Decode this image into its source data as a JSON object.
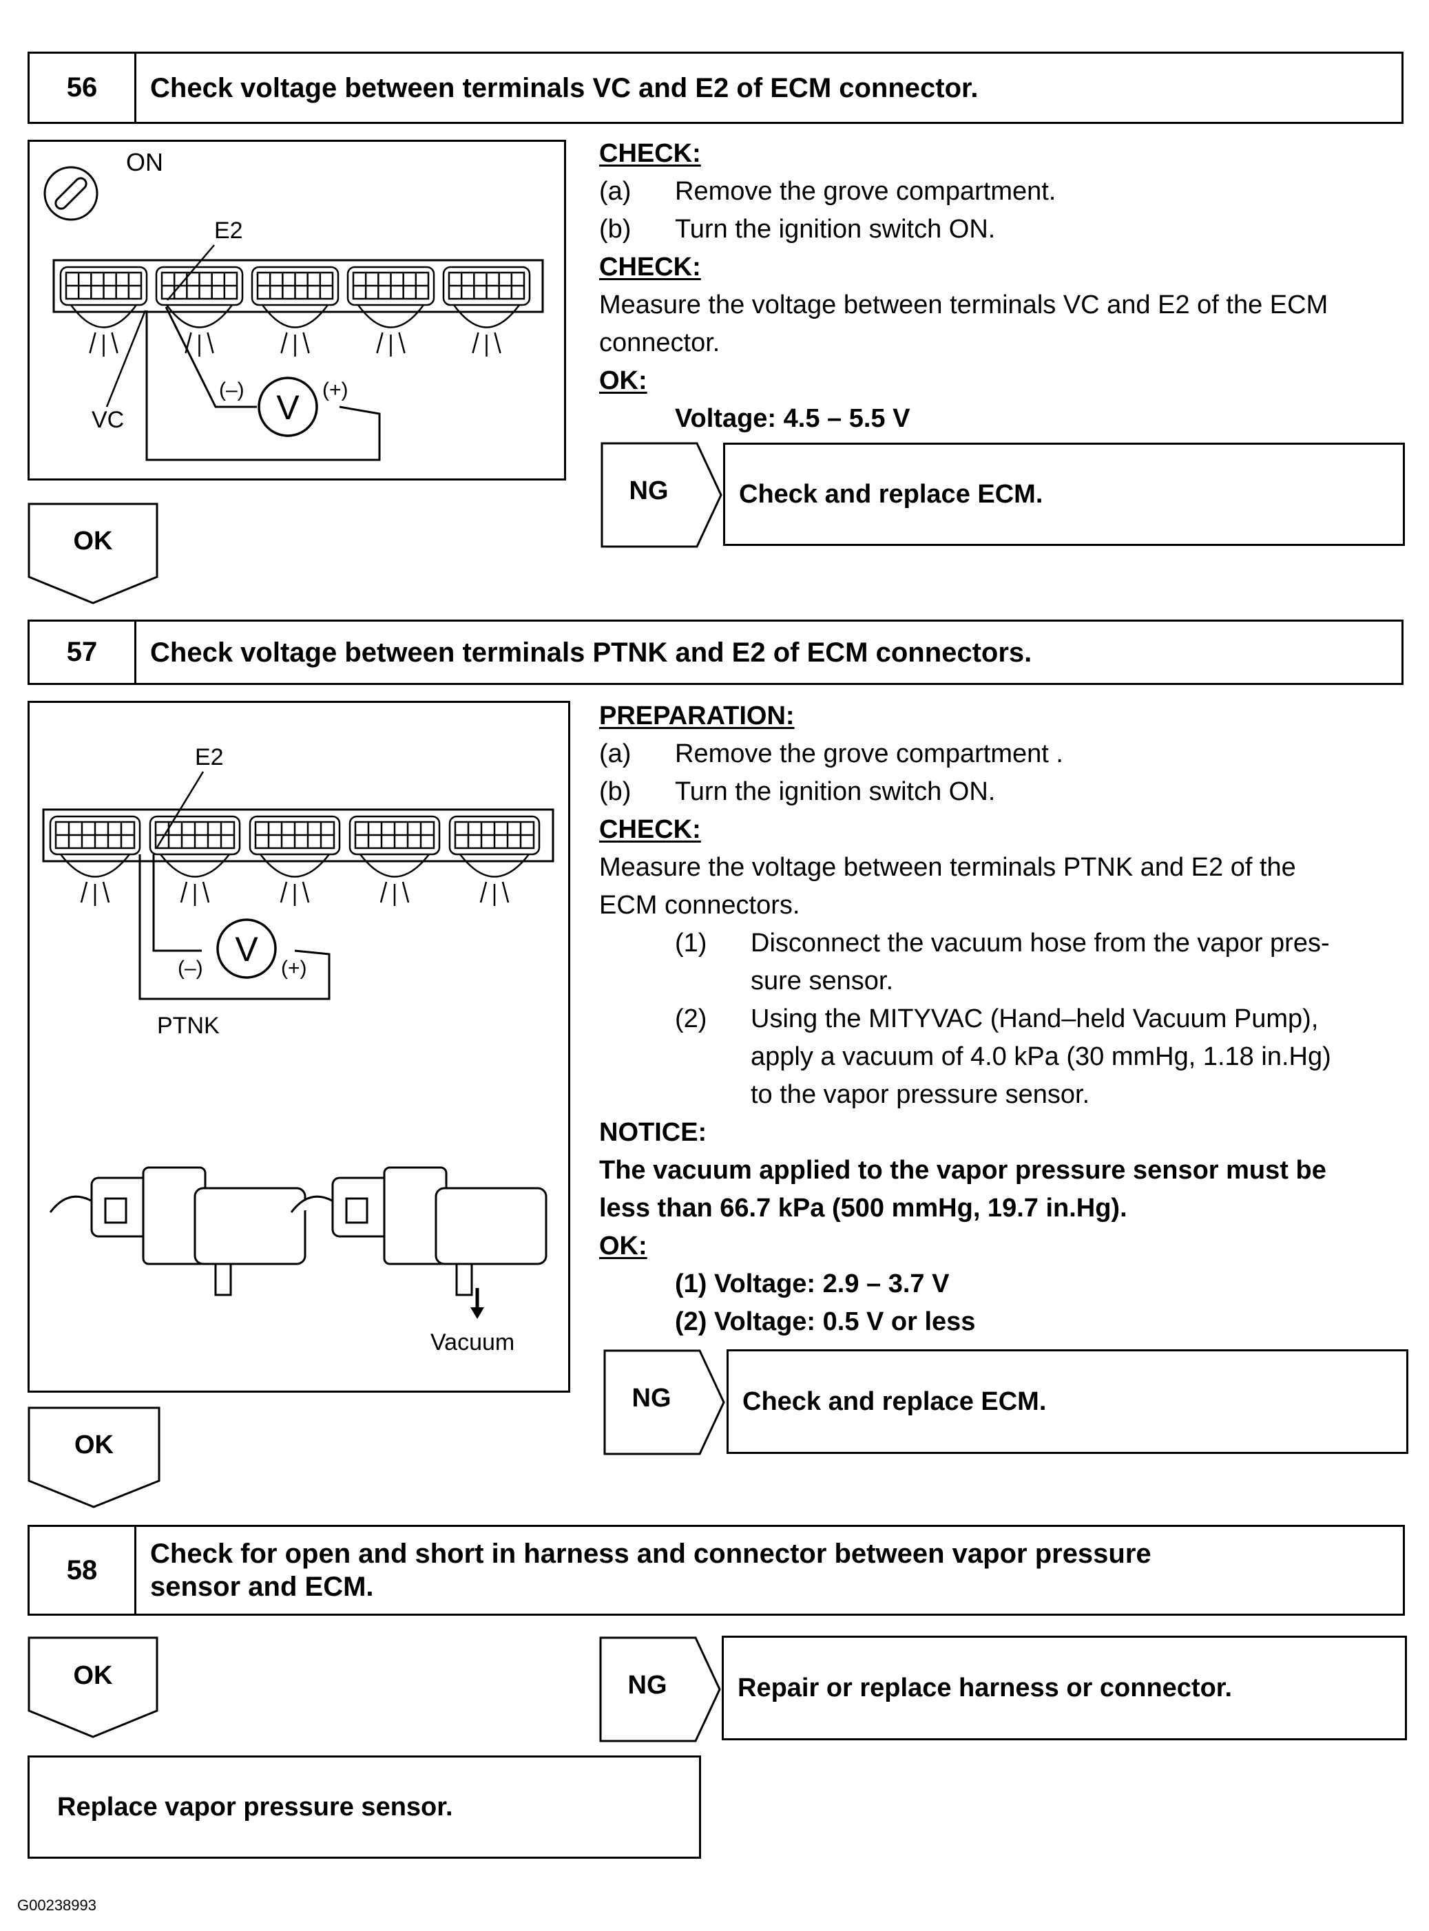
{
  "steps": [
    {
      "number": "56",
      "title": "Check voltage between terminals VC and E2 of ECM connector.",
      "figure": {
        "on_label": "ON",
        "e2_label": "E2",
        "vc_label": "VC",
        "minus": "(–)",
        "plus": "(+)",
        "meter": "V"
      },
      "check_heading": "CHECK:",
      "check_items": [
        {
          "key": "(a)",
          "text": "Remove the grove compartment."
        },
        {
          "key": "(b)",
          "text": "Turn the ignition switch ON."
        }
      ],
      "check2_heading": "CHECK:",
      "measure_line1": "Measure the voltage between terminals VC and E2 of the ECM",
      "measure_line2": "connector.",
      "ok_heading": "OK:",
      "ok_value": "Voltage: 4.5 – 5.5 V",
      "ng_label": "NG",
      "ng_action": "Check and replace ECM.",
      "ok_label": "OK"
    },
    {
      "number": "57",
      "title": "Check voltage between terminals PTNK and E2 of ECM connectors.",
      "figure": {
        "e2_label": "E2",
        "ptnk_label": "PTNK",
        "minus": "(–)",
        "plus": "(+)",
        "meter": "V",
        "vacuum_label": "Vacuum"
      },
      "prep_heading": "PREPARATION:",
      "prep_items": [
        {
          "key": "(a)",
          "text": "Remove the grove compartment ."
        },
        {
          "key": "(b)",
          "text": "Turn the ignition switch ON."
        }
      ],
      "check_heading": "CHECK:",
      "measure_line1": "Measure the voltage between terminals PTNK and E2 of the",
      "measure_line2": "ECM connectors.",
      "sub_items": [
        {
          "key": "(1)",
          "line1": "Disconnect the vacuum hose from the vapor pres-",
          "line2": "sure sensor.",
          "line3": ""
        },
        {
          "key": "(2)",
          "line1": "Using the MITYVAC (Hand–held Vacuum Pump),",
          "line2": "apply a vacuum of 4.0 kPa (30 mmHg, 1.18 in.Hg)",
          "line3": "to the vapor pressure sensor."
        }
      ],
      "notice_heading": "NOTICE:",
      "notice_line1": "The vacuum applied to the vapor pressure sensor must be",
      "notice_line2": "less than 66.7 kPa (500 mmHg, 19.7 in.Hg).",
      "ok_heading": "OK:",
      "ok_values": [
        "(1) Voltage: 2.9 – 3.7 V",
        "(2) Voltage: 0.5 V or less"
      ],
      "ng_label": "NG",
      "ng_action": "Check and replace ECM.",
      "ok_label": "OK"
    },
    {
      "number": "58",
      "title_line1": "Check for open and short in harness and connector between vapor pressure",
      "title_line2": "sensor and ECM.",
      "ok_label": "OK",
      "ng_label": "NG",
      "ng_action": "Repair or replace harness or connector.",
      "final_action": "Replace vapor pressure sensor."
    }
  ],
  "footer_code": "G00238993"
}
